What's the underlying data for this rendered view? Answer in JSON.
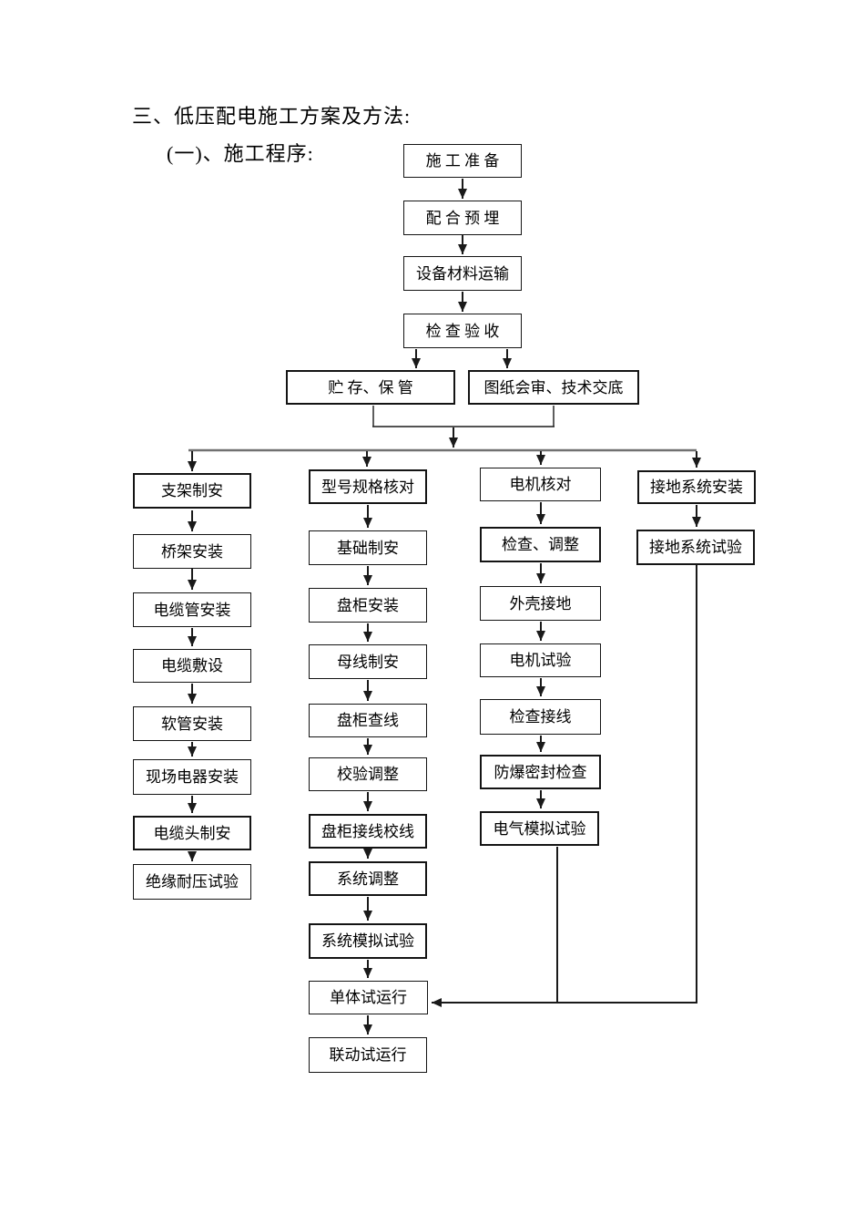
{
  "heading": "三、低压配电施工方案及方法:",
  "subheading": "(一)、施工程序:",
  "flowchart": {
    "top_chain": [
      "施 工 准 备",
      "配 合 预 埋",
      "设备材料运输",
      "检 查 验 收"
    ],
    "branch_row": [
      "贮 存、保 管",
      "图纸会审、技术交底"
    ],
    "col1": [
      "支架制安",
      "桥架安装",
      "电缆管安装",
      "电缆敷设",
      "软管安装",
      "现场电器安装",
      "电缆头制安",
      "绝缘耐压试验"
    ],
    "col2": [
      "型号规格核对",
      "基础制安",
      "盘柜安装",
      "母线制安",
      "盘柜查线",
      "校验调整",
      "盘柜接线校线",
      "系统调整",
      "系统模拟试验",
      "单体试运行",
      "联动试运行"
    ],
    "col3": [
      "电机核对",
      "检查、调整",
      "外壳接地",
      "电机试验",
      "检查接线",
      "防爆密封检查",
      "电气模拟试验"
    ],
    "col4": [
      "接地系统安装",
      "接地系统试验"
    ]
  },
  "colors": {
    "text": "#000000",
    "box_border": "#141414",
    "connector": "#1a1a1a",
    "distribution_line": "#717171",
    "page_background": "#ffffff"
  }
}
